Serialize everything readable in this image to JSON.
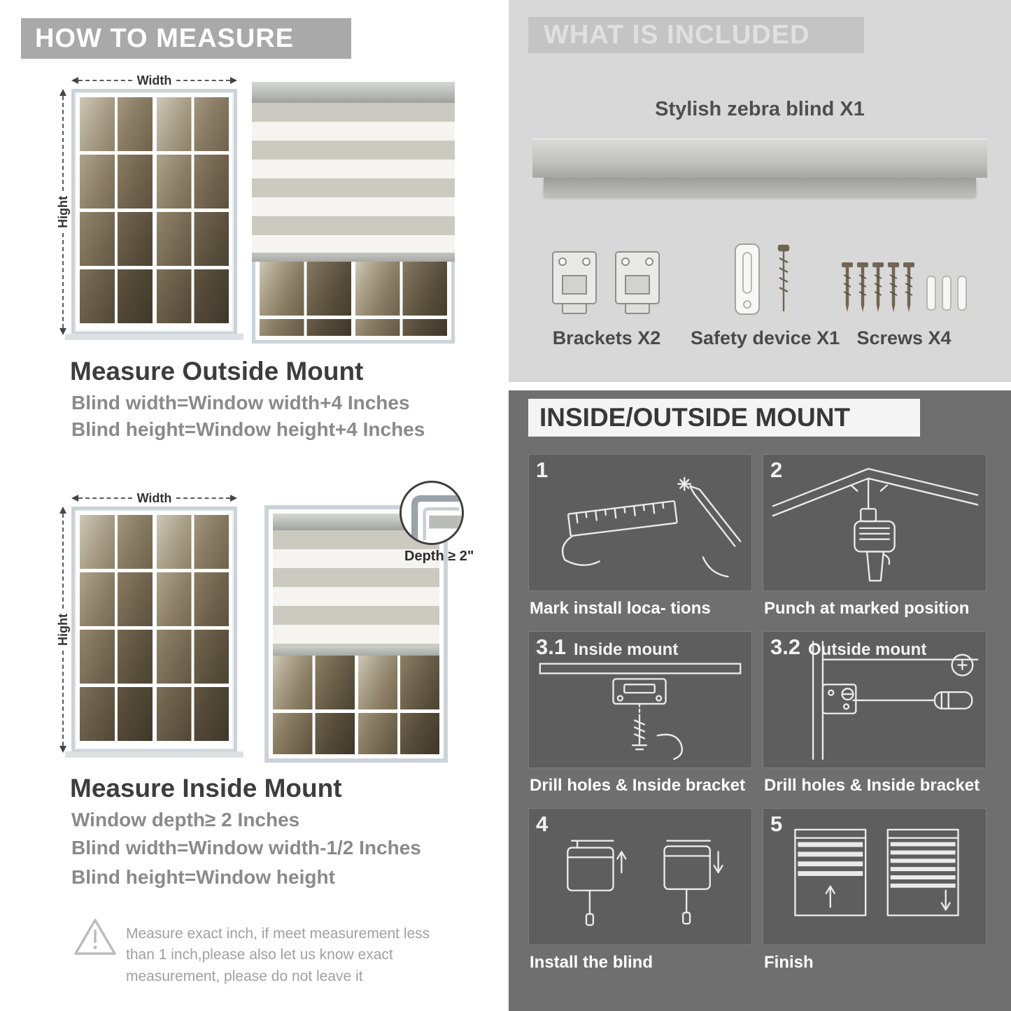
{
  "colors": {
    "banner_gray": "#a9a9a9",
    "included_bg": "#d8d8d8",
    "included_banner": "#c4c4c4",
    "mount_bg": "#6f6f6f",
    "panel_bg": "#5e5e5e",
    "heading_dark": "#3d3d3d",
    "formula_gray": "#8a8a8a"
  },
  "measure": {
    "banner": "HOW TO MEASURE",
    "width_label": "Width",
    "height_label": "Hight",
    "outside": {
      "title": "Measure Outside Mount",
      "lines": [
        "Blind width=Window width+4 Inches",
        "Blind height=Window height+4 Inches"
      ]
    },
    "inside": {
      "depth_callout": "Depth ≥ 2\"",
      "title": "Measure Inside Mount",
      "lines": [
        "Window depth≥ 2 Inches",
        "Blind width=Window width-1/2 Inches",
        "Blind height=Window height"
      ]
    },
    "warning_lines": [
      "Measure exact inch, if meet measurement less",
      "than 1 inch,please also let us know exact",
      "measurement, please do not leave it"
    ]
  },
  "included": {
    "banner": "WHAT IS INCLUDED",
    "product_title": "Stylish zebra blind X1",
    "items": [
      {
        "name": "brackets",
        "label": "Brackets X2"
      },
      {
        "name": "safety-device",
        "label": "Safety device X1"
      },
      {
        "name": "screws",
        "label": "Screws X4"
      }
    ]
  },
  "mount": {
    "banner": "INSIDE/OUTSIDE MOUNT",
    "steps": [
      {
        "num": "1",
        "label": "",
        "caption": "Mark install loca- tions"
      },
      {
        "num": "2",
        "label": "",
        "caption": "Punch at  marked position"
      },
      {
        "num": "3.1",
        "label": "Inside mount",
        "caption": "Drill holes &  Inside bracket"
      },
      {
        "num": "3.2",
        "label": "Outside mount",
        "caption": "Drill holes &  Inside bracket"
      },
      {
        "num": "4",
        "label": "",
        "caption": "Install the blind"
      },
      {
        "num": "5",
        "label": "",
        "caption": "Finish"
      }
    ]
  }
}
